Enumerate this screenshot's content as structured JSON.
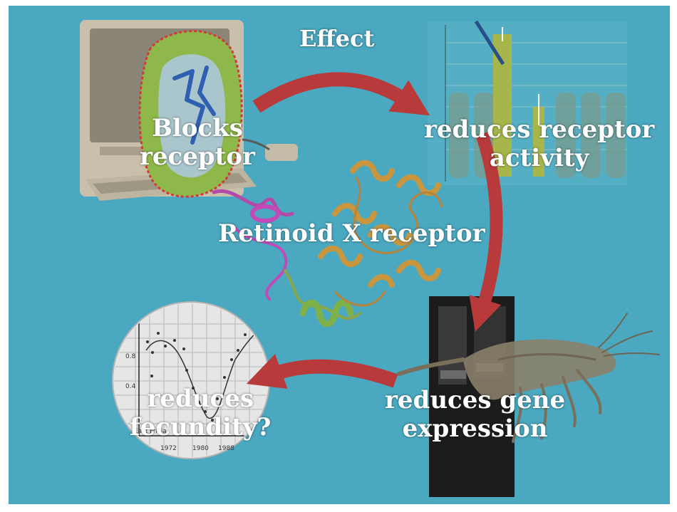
{
  "header": {
    "effect_label": "Effect"
  },
  "nodes": {
    "blocks": {
      "line1": "Blocks",
      "line2": "receptor"
    },
    "activity": {
      "line1": "reduces receptor",
      "line2": "activity"
    },
    "center": {
      "label": "Retinoid X receptor"
    },
    "gene": {
      "line1": "reduces gene",
      "line2": "expression"
    },
    "fecundity": {
      "line1": "reduces",
      "line2": "fecundity?"
    }
  },
  "inset_plot": {
    "region_label": "East Frisia",
    "y_ticks": [
      "0.8",
      "0.4"
    ],
    "x_ticks": [
      "1972",
      "1980",
      "1988"
    ]
  },
  "colors": {
    "background": "#4aa8c0",
    "arrow": "#b83a3a",
    "text": "#ffffff"
  }
}
